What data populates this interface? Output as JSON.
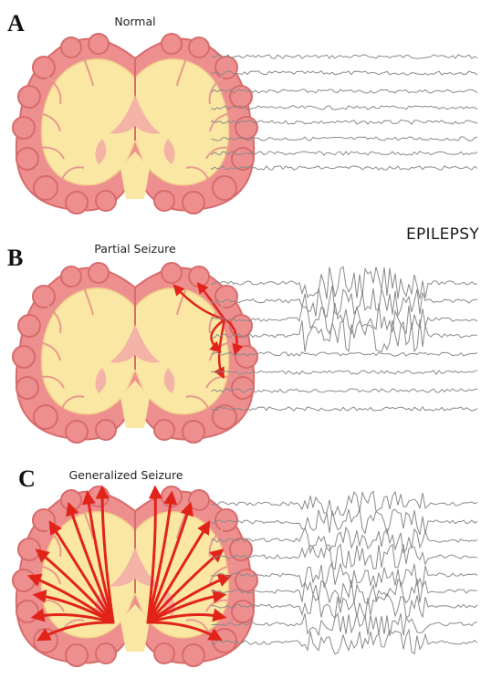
{
  "title": "EPILEPSY",
  "panels": [
    {
      "letter": "A",
      "label": "Normal",
      "type": "normal",
      "arrows": "none"
    },
    {
      "letter": "B",
      "label": "Partial Seizure",
      "type": "partial",
      "arrows": "focal"
    },
    {
      "letter": "C",
      "label": "Generalized Seizure",
      "type": "generalized",
      "arrows": "radiating"
    }
  ],
  "colors": {
    "cortex": "#ee8f8f",
    "cortex_edge": "#d86b6b",
    "white_matter": "#fbe7a4",
    "deep_nuclei": "#f3b3a6",
    "arrow": "#e2231a",
    "trace": "#8a8a8a",
    "text": "#222222"
  }
}
